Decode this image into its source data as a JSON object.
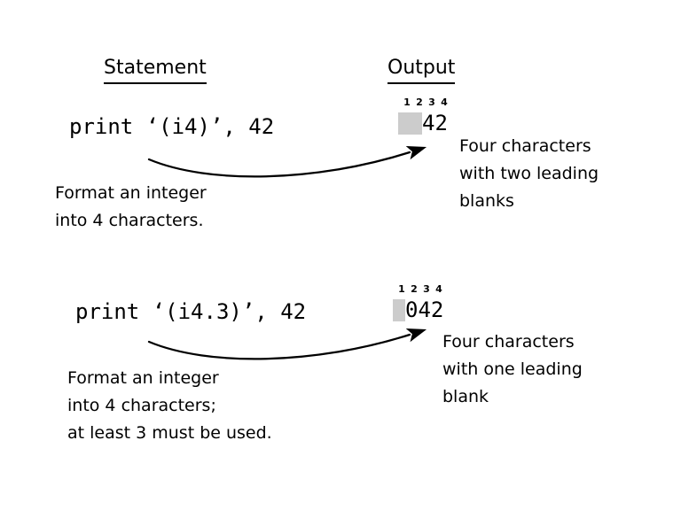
{
  "headings": {
    "statement": "Statement",
    "output": "Output"
  },
  "examples": [
    {
      "statement": "print ‘(i4)’, 42",
      "column_ruler": [
        "1",
        "2",
        "3",
        "4"
      ],
      "leading_blanks": 2,
      "output_value": "42",
      "statement_note": [
        "Format an integer",
        "into 4 characters."
      ],
      "output_note": [
        "Four characters",
        "with two leading",
        "blanks"
      ]
    },
    {
      "statement": "print ‘(i4.3)’, 42",
      "column_ruler": [
        "1",
        "2",
        "3",
        "4"
      ],
      "leading_blanks": 1,
      "output_value": "042",
      "statement_note": [
        "Format an integer",
        "into 4 characters;",
        "at least 3 must be used."
      ],
      "output_note": [
        "Four characters",
        "with one leading",
        "blank"
      ]
    }
  ],
  "colors": {
    "background": "#ffffff",
    "ink": "#000000",
    "blank_cell_fill": "#cccccc"
  }
}
